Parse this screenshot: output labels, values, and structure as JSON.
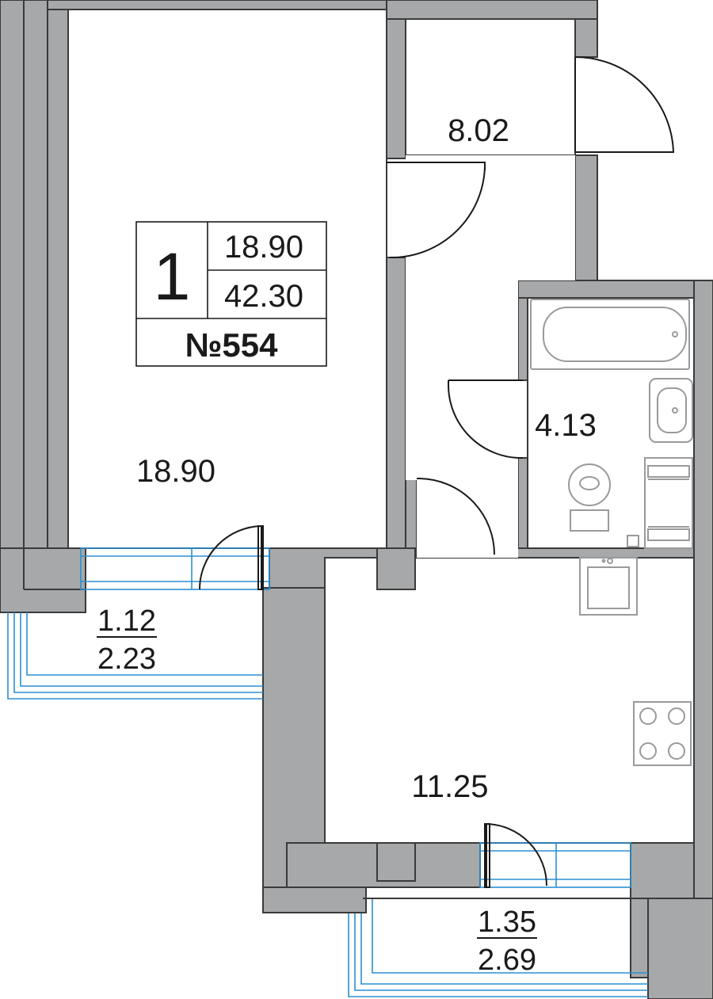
{
  "plan": {
    "room_count": "1",
    "living_area": "18.90",
    "total_area": "42.30",
    "unit_number": "№554"
  },
  "rooms": {
    "bedroom_area": "18.90",
    "hall_area": "8.02",
    "bathroom_area": "4.13",
    "kitchen_area": "11.25"
  },
  "balconies": {
    "left": {
      "area_reduced": "1.12",
      "area_full": "2.23"
    },
    "bottom": {
      "area_reduced": "1.35",
      "area_full": "2.69"
    }
  },
  "colors": {
    "wall_fill": "#a6a8aa",
    "wall_stroke": "#3a3a3a",
    "glazing": "#2b8fd1",
    "fixture": "#9a9a9a"
  }
}
